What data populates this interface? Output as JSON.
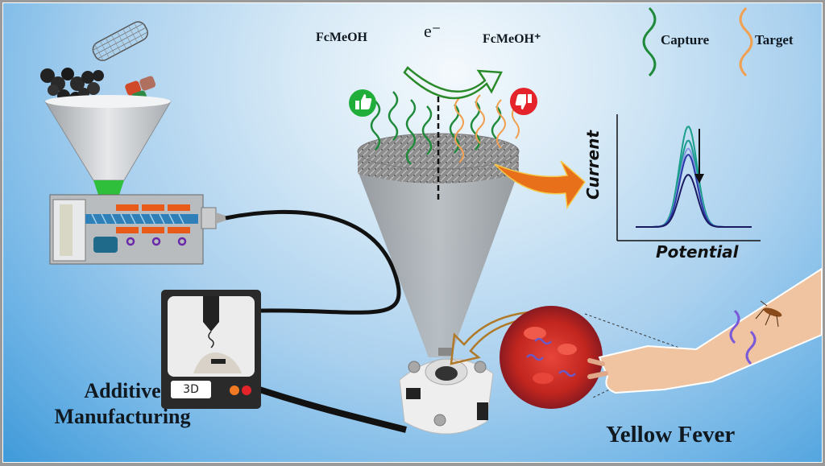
{
  "labels": {
    "reactant": "FcMeOH",
    "product": "FcMeOH⁺",
    "electron": "e⁻",
    "legend_capture": "Capture",
    "legend_target": "Target",
    "section_left_line1": "Additive",
    "section_left_line2": "Manufacturing",
    "section_right": "Yellow Fever",
    "printer_badge": "3D"
  },
  "icons": [
    "thumbs-up-icon",
    "thumbs-down-icon",
    "down-arrow-icon"
  ],
  "colors": {
    "capture_strand": "#1e8a3a",
    "target_strand": "#f0a050",
    "thumbs_up": "#1fae3a",
    "thumbs_down": "#e4242a",
    "signal_arrow": "#e8701a"
  },
  "chart_data": {
    "type": "line",
    "title": "",
    "xlabel": "Potential",
    "ylabel": "Current",
    "annotation": "peak current decreases (arrow down)",
    "peak_position": 0.45,
    "series": [
      {
        "name": "trace-1",
        "peak": 1.0,
        "color": "#1aa08a"
      },
      {
        "name": "trace-2",
        "peak": 0.86,
        "color": "#1a9a90"
      },
      {
        "name": "trace-3",
        "peak": 0.78,
        "color": "#8a9ae0"
      },
      {
        "name": "trace-4",
        "peak": 0.72,
        "color": "#2a3aa8"
      },
      {
        "name": "trace-5",
        "peak": 0.52,
        "color": "#1a1a60"
      }
    ]
  }
}
